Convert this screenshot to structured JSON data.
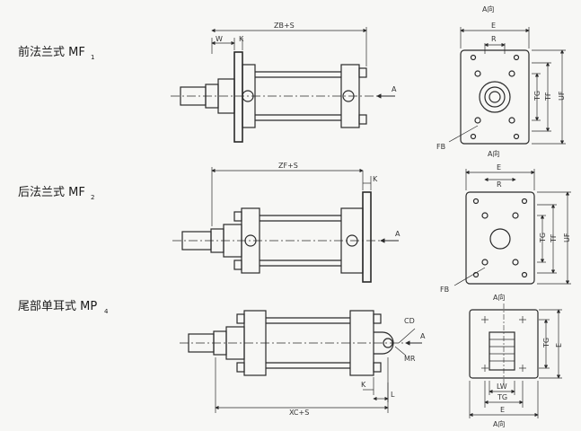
{
  "rows": [
    {
      "title": "前法兰式 MF",
      "title_sub": "1",
      "side_view": {
        "overall_dim": "ZB+S",
        "w": "W",
        "k": "K",
        "arrow": "A"
      },
      "end_view": {
        "heading": "A向",
        "e": "E",
        "r": "R",
        "tg": "TG",
        "tf": "TF",
        "uf": "UF",
        "fb": "FB"
      }
    },
    {
      "title": "后法兰式 MF",
      "title_sub": "2",
      "side_view": {
        "overall_dim": "ZF+S",
        "k": "K",
        "arrow": "A"
      },
      "end_view": {
        "heading": "A向",
        "e": "E",
        "r": "R",
        "tg": "TG",
        "tf": "TF",
        "uf": "UF",
        "fb": "FB"
      }
    },
    {
      "title": "尾部单耳式 MP",
      "title_sub": "4",
      "side_view": {
        "overall_dim": "XC+S",
        "k": "K",
        "l": "L",
        "cd": "CD",
        "mr": "MR",
        "arrow": "A"
      },
      "end_view": {
        "heading_top": "A向",
        "heading_bottom": "A向",
        "e_side": "E",
        "tg_side": "TG",
        "lw": "LW",
        "tg": "TG",
        "e": "E"
      }
    }
  ],
  "colors": {
    "line": "#2a2a2a",
    "bg": "#f7f7f5"
  }
}
